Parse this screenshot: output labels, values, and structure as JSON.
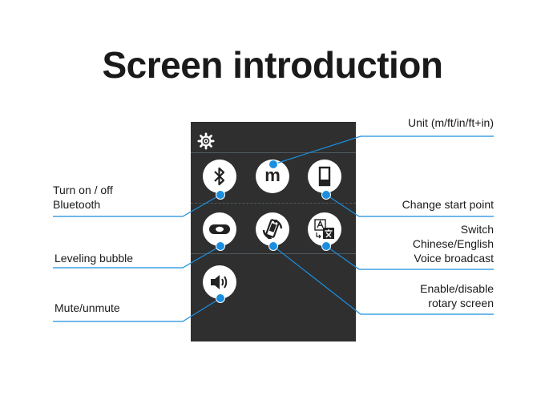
{
  "title": "Screen introduction",
  "labels": {
    "unit": "Unit (m/ft/in/ft+in)",
    "bluetooth": [
      "Turn on / off",
      "Bluetooth"
    ],
    "start_point": "Change start point",
    "voice": [
      "Switch",
      "Chinese/English",
      "Voice broadcast"
    ],
    "leveling": "Leveling bubble",
    "rotary": [
      "Enable/disable",
      "rotary screen"
    ],
    "mute": "Mute/unmute"
  },
  "buttons": {
    "unit_glyph": "m"
  },
  "colors": {
    "screen_bg": "#2f2f2f",
    "line": "#1a8fe0",
    "dot": "#1a8fe0"
  },
  "icons": [
    "gear-icon",
    "bluetooth-icon",
    "unit-m-icon",
    "start-point-icon",
    "leveling-bubble-icon",
    "rotate-screen-icon",
    "language-switch-icon",
    "speaker-icon"
  ]
}
